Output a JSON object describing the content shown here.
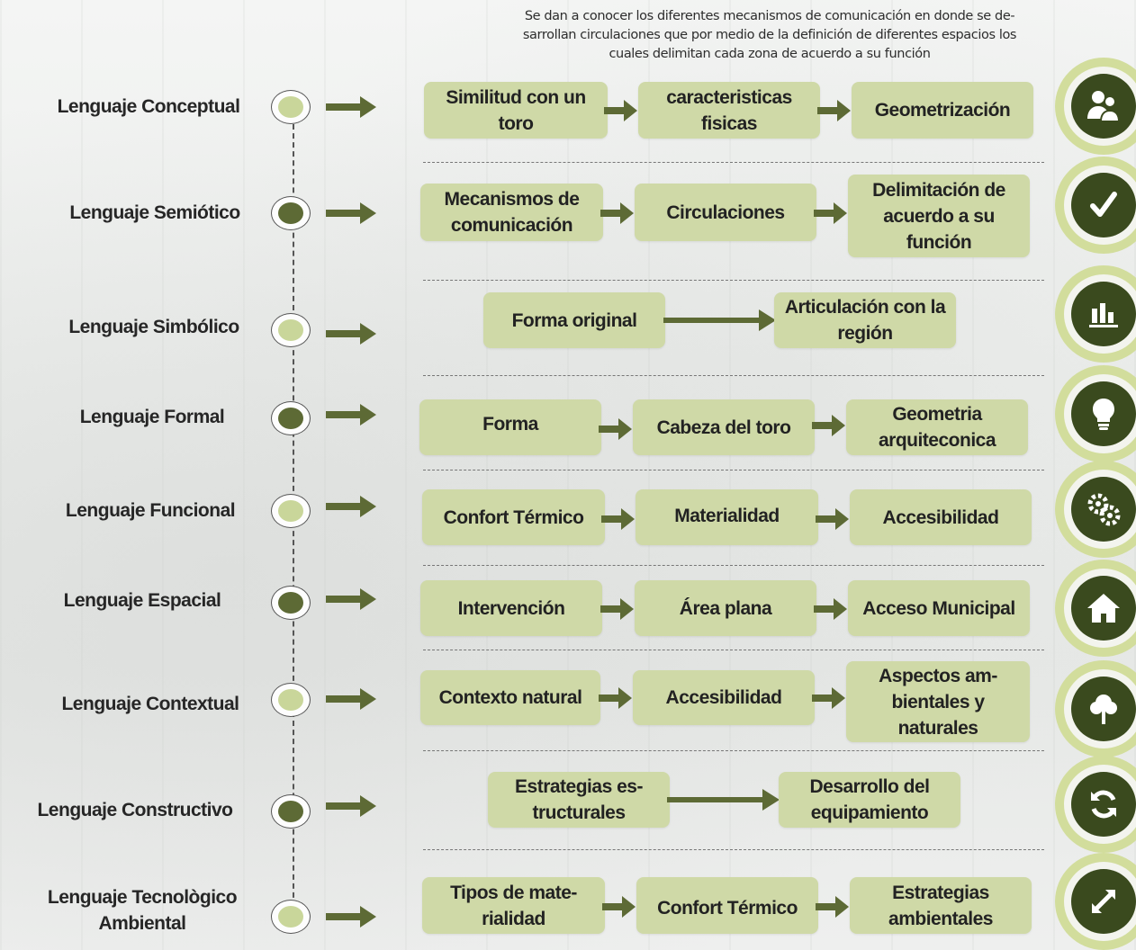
{
  "intro": "Se dan a conocer los diferentes mecanismos de comunicación en donde se de-sarrollan circulaciones que por medio de la definición de diferentes espacios los cuales delimitan cada zona de acuerdo a su función",
  "intro_lines": [
    "Se dan a conocer los diferentes mecanismos de comunicación en donde se de-",
    "sarrollan circulaciones que por medio de la definición de diferentes espacios los",
    "cuales delimitan cada zona de acuerdo a su función"
  ],
  "colors": {
    "accent_light": "#cfd9a7",
    "accent_dark": "#5d6a35",
    "arrow": "#5d6a35",
    "icon_bg": "#3a4a1e"
  },
  "rows": [
    {
      "label": "Lenguaje Conceptual",
      "node": "light",
      "icon": "users-icon",
      "steps": [
        "Similitud con un toro",
        "caracteristicas fisicas",
        "Geometrización"
      ]
    },
    {
      "label": "Lenguaje Semiótico",
      "node": "dark",
      "icon": "check-icon",
      "steps": [
        "Mecanismos de comunicación",
        "Circulaciones",
        "Delimitación de acuerdo a su función"
      ]
    },
    {
      "label": "Lenguaje Simbólico",
      "node": "light",
      "icon": "bar-chart-icon",
      "steps": [
        "Forma original",
        "Articulación con la región"
      ]
    },
    {
      "label": "Lenguaje Formal",
      "node": "dark",
      "icon": "lightbulb-icon",
      "steps": [
        "Forma",
        "Cabeza del toro",
        "Geometria arquiteconica"
      ]
    },
    {
      "label": "Lenguaje Funcional",
      "node": "light",
      "icon": "gears-icon",
      "steps": [
        "Confort Térmico",
        "Materialidad",
        "Accesibilidad"
      ]
    },
    {
      "label": "Lenguaje Espacial",
      "node": "dark",
      "icon": "home-icon",
      "steps": [
        "Intervención",
        "Área plana",
        "Acceso Municipal"
      ]
    },
    {
      "label": "Lenguaje Contextual",
      "node": "light",
      "icon": "tree-icon",
      "steps": [
        "Contexto natural",
        "Accesibilidad",
        "Aspectos am-bientales y naturales"
      ]
    },
    {
      "label": "Lenguaje Constructivo",
      "node": "dark",
      "icon": "refresh-icon",
      "steps": [
        "Estrategias es-tructurales",
        "Desarrollo del equipamiento"
      ]
    },
    {
      "label": "Lenguaje Tecnològico Ambiental",
      "node": "light",
      "icon": "expand-icon",
      "steps": [
        "Tipos de mate-rialidad",
        "Confort Térmico",
        "Estrategias ambientales"
      ]
    }
  ]
}
